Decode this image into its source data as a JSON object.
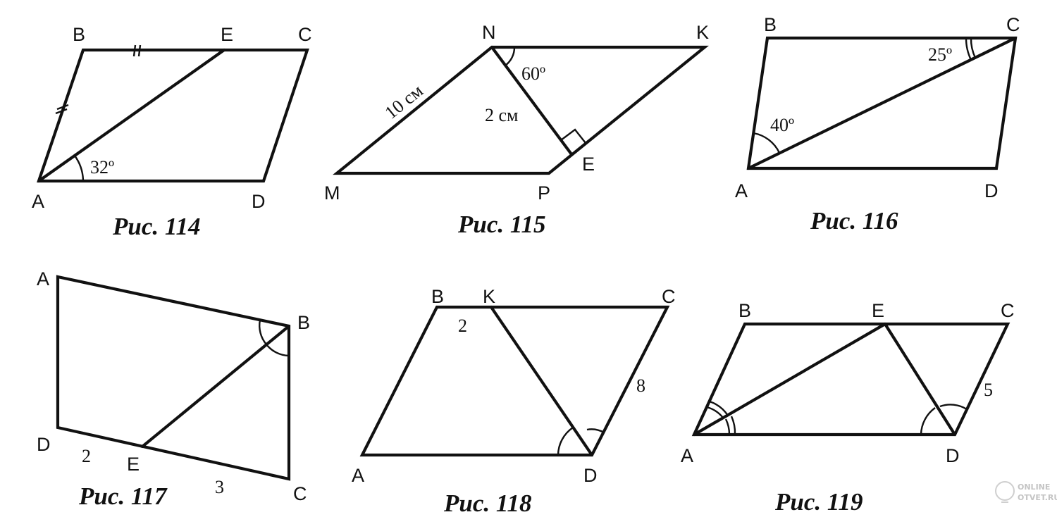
{
  "figures": [
    {
      "caption": "Рис. 114",
      "points": [
        {
          "id": "B",
          "label": "B"
        },
        {
          "id": "E",
          "label": "E"
        },
        {
          "id": "C",
          "label": "C"
        },
        {
          "id": "A",
          "label": "A"
        },
        {
          "id": "D",
          "label": "D"
        }
      ],
      "annotations": [
        {
          "id": "angle",
          "text": "32º"
        }
      ]
    },
    {
      "caption": "Рис. 115",
      "points": [
        {
          "id": "N",
          "label": "N"
        },
        {
          "id": "K",
          "label": "K"
        },
        {
          "id": "M",
          "label": "M"
        },
        {
          "id": "P",
          "label": "P"
        },
        {
          "id": "E",
          "label": "E"
        }
      ],
      "annotations": [
        {
          "id": "side_mn",
          "text": "10 см"
        },
        {
          "id": "height_ne",
          "text": "2 см"
        },
        {
          "id": "angle",
          "text": "60º"
        }
      ]
    },
    {
      "caption": "Рис. 116",
      "points": [
        {
          "id": "B",
          "label": "B"
        },
        {
          "id": "C",
          "label": "C"
        },
        {
          "id": "A",
          "label": "A"
        },
        {
          "id": "D",
          "label": "D"
        }
      ],
      "annotations": [
        {
          "id": "angle_c",
          "text": "25º"
        },
        {
          "id": "angle_a",
          "text": "40º"
        }
      ]
    },
    {
      "caption": "Рис. 117",
      "points": [
        {
          "id": "A",
          "label": "A"
        },
        {
          "id": "B",
          "label": "B"
        },
        {
          "id": "D",
          "label": "D"
        },
        {
          "id": "E",
          "label": "E"
        },
        {
          "id": "C",
          "label": "C"
        }
      ],
      "annotations": [
        {
          "id": "de",
          "text": "2"
        },
        {
          "id": "ec",
          "text": "3"
        }
      ]
    },
    {
      "caption": "Рис. 118",
      "points": [
        {
          "id": "B",
          "label": "B"
        },
        {
          "id": "K",
          "label": "K"
        },
        {
          "id": "C",
          "label": "C"
        },
        {
          "id": "A",
          "label": "A"
        },
        {
          "id": "D",
          "label": "D"
        }
      ],
      "annotations": [
        {
          "id": "bk",
          "text": "2"
        },
        {
          "id": "cd",
          "text": "8"
        }
      ]
    },
    {
      "caption": "Рис. 119",
      "points": [
        {
          "id": "B",
          "label": "B"
        },
        {
          "id": "E",
          "label": "E"
        },
        {
          "id": "C",
          "label": "C"
        },
        {
          "id": "A",
          "label": "A"
        },
        {
          "id": "D",
          "label": "D"
        }
      ],
      "annotations": [
        {
          "id": "cd",
          "text": "5"
        }
      ]
    }
  ],
  "watermark": {
    "line1": "ONLINE",
    "line2": "OTVET.RU"
  }
}
